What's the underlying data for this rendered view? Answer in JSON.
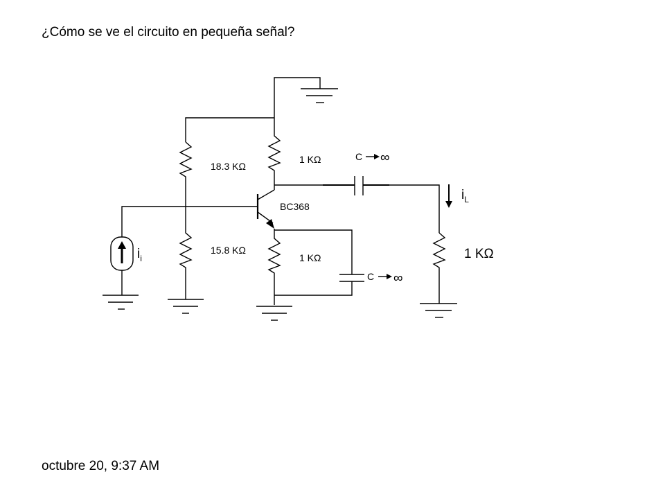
{
  "slide": {
    "title": "¿Cómo se ve el circuito en pequeña señal?",
    "footer": "octubre 20, 9:37 AM"
  },
  "circuit": {
    "r_bias_top": "18.3 KΩ",
    "r_bias_bottom": "15.8 KΩ",
    "r_collector": "1 KΩ",
    "r_emitter": "1 KΩ",
    "r_load": "1 KΩ",
    "transistor": "BC368",
    "cap_coupling_label": "C",
    "cap_bypass_label": "C",
    "infinity": "∞",
    "source_current": {
      "base": "i",
      "sub": "i"
    },
    "load_current": {
      "base": "i",
      "sub": "L"
    }
  }
}
